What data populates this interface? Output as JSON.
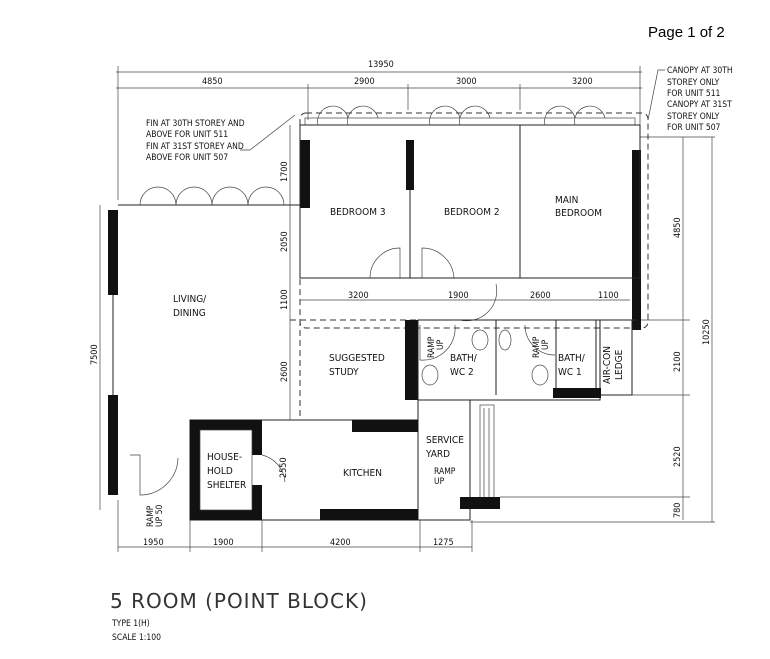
{
  "page_indicator": "Page 1 of 2",
  "dimensions": {
    "overall_width": "13950",
    "top": [
      "4850",
      "2900",
      "3000",
      "3200"
    ],
    "middle": [
      "3200",
      "1900",
      "2600",
      "1100"
    ],
    "bottom": [
      "1950",
      "1900",
      "4200",
      "1275"
    ],
    "left_overall": "7500",
    "inner_vertical": [
      "1700",
      "2050",
      "1100",
      "2600",
      "2550"
    ],
    "right": [
      "4850",
      "2100",
      "2520",
      "780"
    ],
    "right_overall": "10250"
  },
  "notes": {
    "fin": [
      "FIN AT 30TH STOREY AND",
      "ABOVE FOR UNIT 511",
      "FIN AT 31ST STOREY AND",
      "ABOVE FOR UNIT 507"
    ],
    "canopy": [
      "CANOPY AT 30TH",
      "STOREY ONLY",
      "FOR UNIT 511",
      "CANOPY AT 31ST",
      "STOREY ONLY",
      "FOR UNIT 507"
    ],
    "ramp_up": [
      "RAMP",
      "UP"
    ],
    "ramp_up_50": [
      "RAMP",
      "UP 50"
    ]
  },
  "rooms": {
    "bedroom3": "BEDROOM 3",
    "bedroom2": "BEDROOM 2",
    "main_bedroom": [
      "MAIN",
      "BEDROOM"
    ],
    "living": [
      "LIVING/",
      "DINING"
    ],
    "study": [
      "SUGGESTED",
      "STUDY"
    ],
    "bath2": [
      "BATH/",
      "WC 2"
    ],
    "bath1": [
      "BATH/",
      "WC 1"
    ],
    "aircon": [
      "AIR-CON",
      "LEDGE"
    ],
    "service": [
      "SERVICE",
      "YARD"
    ],
    "kitchen": "KITCHEN",
    "shelter": [
      "HOUSE-",
      "HOLD",
      "SHELTER"
    ]
  },
  "title": {
    "main": "5 ROOM (POINT BLOCK)",
    "type": "TYPE 1(H)",
    "scale": "SCALE  1:100"
  }
}
